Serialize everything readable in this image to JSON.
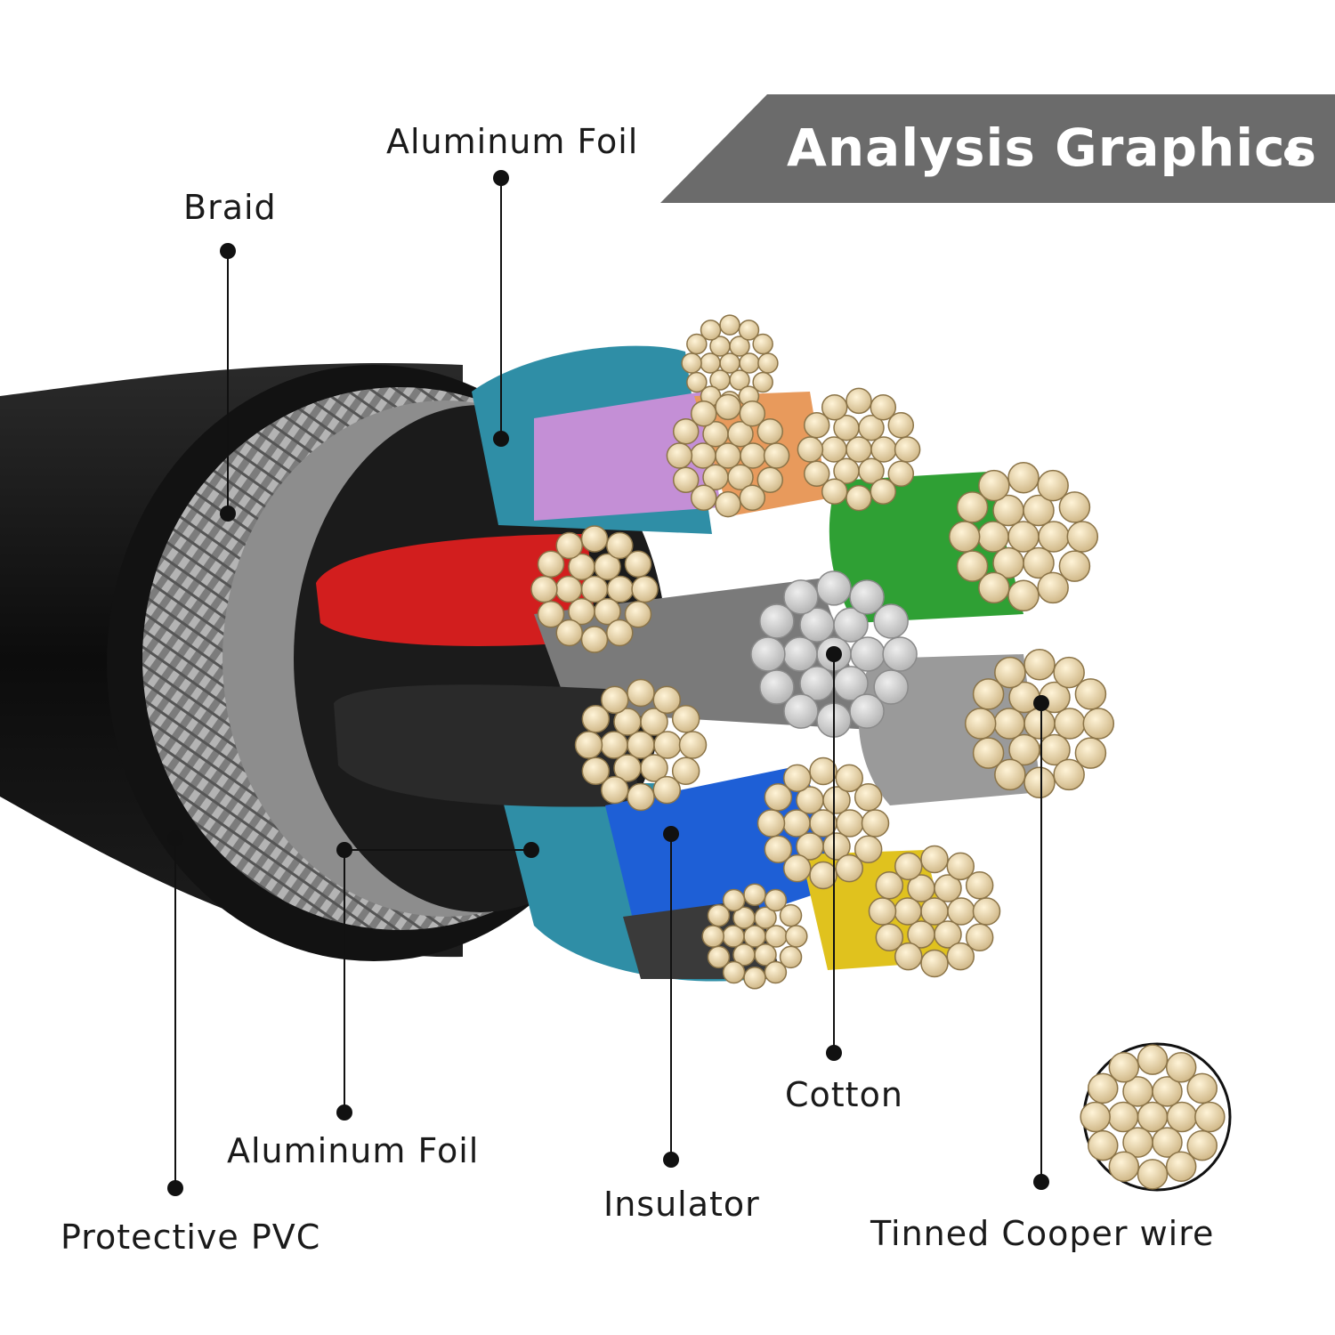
{
  "banner": {
    "title": "Analysis Graphics",
    "color": "#6b6b6b"
  },
  "labels": {
    "aluminum_foil_top": "Aluminum Foil",
    "braid": "Braid",
    "aluminum_foil_bottom": "Aluminum Foil",
    "protective_pvc": "Protective PVC",
    "insulator": "Insulator",
    "cotton": "Cotton",
    "tinned_copper_wire": "Tinned Cooper wire"
  },
  "colors": {
    "jacket": "#111111",
    "braid": "#9a9a9a",
    "foil": "#8e8e8e",
    "copper": "#e6d3a8",
    "cotton": "#cfcfcf",
    "wire_blue_teal": "#3aa0b8",
    "wire_purple": "#c48fd6",
    "wire_orange": "#e89a5c",
    "wire_green": "#2fa034",
    "wire_red": "#d21e1e",
    "wire_black": "#2a2a2a",
    "wire_gray": "#9a9a9a",
    "wire_blue": "#1e5fd6",
    "wire_yellow": "#e0c21e"
  }
}
